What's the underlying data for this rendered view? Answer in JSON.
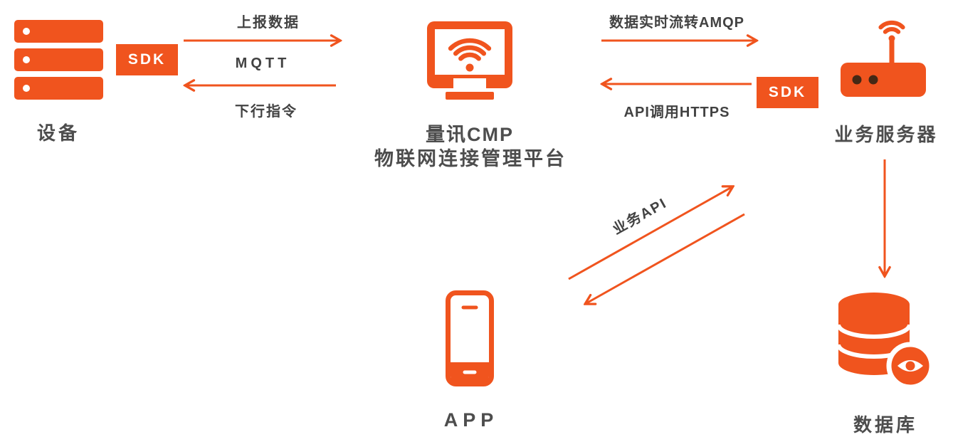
{
  "colors": {
    "accent": "#f0541e",
    "ink": "#4d4d4d",
    "edge-ink": "#424242"
  },
  "nodes": {
    "device": {
      "label": "设备",
      "icon": "server-stack-icon"
    },
    "cmp": {
      "line1": "量讯CMP",
      "line2": "物联网连接管理平台",
      "icon": "wifi-monitor-icon"
    },
    "server": {
      "label": "业务服务器",
      "icon": "router-icon"
    },
    "app": {
      "label": "APP",
      "icon": "smartphone-icon"
    },
    "database": {
      "label": "数据库",
      "icon": "database-eye-icon"
    }
  },
  "badges": {
    "device_sdk": "SDK",
    "server_sdk": "SDK"
  },
  "edges": {
    "device_cmp": {
      "up_label": "上报数据",
      "protocol": "MQTT",
      "down_label": "下行指令"
    },
    "cmp_server": {
      "forward_label": "数据实时流转AMQP",
      "back_label": "API调用HTTPS"
    },
    "app_server": {
      "label": "业务API"
    },
    "server_database": {
      "label": ""
    }
  }
}
